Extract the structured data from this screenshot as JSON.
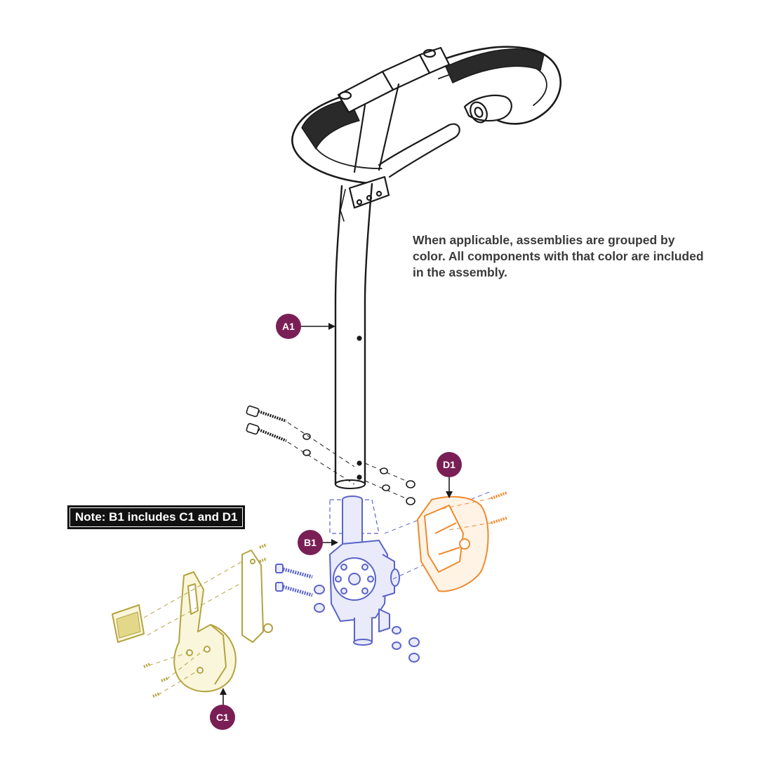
{
  "note": {
    "assembly_text": "When applicable, assemblies are grouped by color. All components with that color are included in the assembly.",
    "box_text": "Note: B1 includes C1 and D1"
  },
  "callouts": {
    "a1": "A1",
    "b1": "B1",
    "c1": "C1",
    "d1": "D1"
  },
  "colors": {
    "callout": "#7a1f55",
    "assembly_b1": "#5a63c9",
    "assembly_c1": "#b3a33f",
    "assembly_d1": "#ef8a2e",
    "line": "#1a1a1a"
  },
  "parts": {
    "a1": "tiller-handlebar-icon",
    "b1": "tiller-pivot-bracket-icon",
    "c1": "cover-plate-icon",
    "d1": "rear-shroud-icon"
  }
}
